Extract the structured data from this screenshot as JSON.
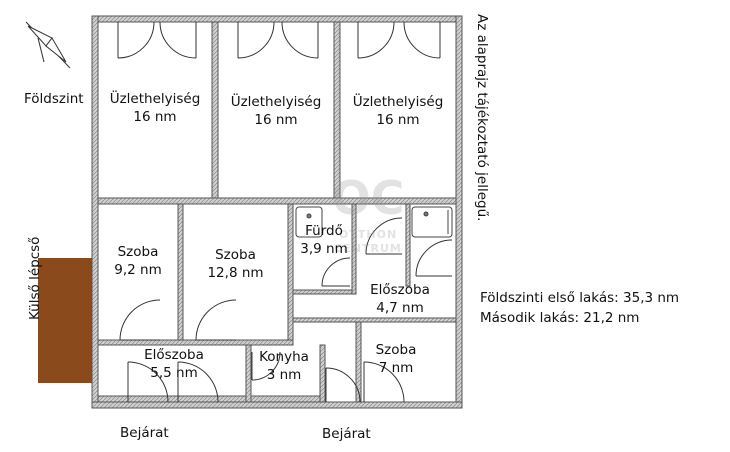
{
  "header": {
    "level_label": "Földszint",
    "disclaimer": "Az alaprajz tájékoztató jellegű.",
    "compass_icon": "north-arrow-icon"
  },
  "rooms": {
    "shop1": {
      "name": "Üzlethelyiség",
      "area": "16 nm"
    },
    "shop2": {
      "name": "Üzlethelyiség",
      "area": "16 nm"
    },
    "shop3": {
      "name": "Üzlethelyiség",
      "area": "16 nm"
    },
    "szoba1": {
      "name": "Szoba",
      "area": "9,2 nm"
    },
    "szoba2": {
      "name": "Szoba",
      "area": "12,8 nm"
    },
    "furdo": {
      "name": "Fürdő",
      "area": "3,9 nm"
    },
    "eloszoba_right": {
      "name": "Előszoba",
      "area": "4,7 nm"
    },
    "eloszoba_left": {
      "name": "Előszoba",
      "area": "5,5 nm"
    },
    "konyha": {
      "name": "Konyha",
      "area": "3 nm"
    },
    "szoba3": {
      "name": "Szoba",
      "area": "7 nm"
    }
  },
  "exterior": {
    "stairs_label": "Külső lépcső",
    "stairs_color": "#8b4a1c",
    "entrance_left": "Bejárat",
    "entrance_right": "Bejárat"
  },
  "summary": {
    "line1": "Földszinti első lakás: 35,3 nm",
    "line2": "Második lakás: 21,2 nm"
  },
  "watermark": {
    "logo_text": "OC",
    "line1": "OTTHON",
    "line2": "CENTRUM"
  },
  "colors": {
    "wall": "#555555",
    "wall_fill": "#bdbdbd",
    "text": "#111111"
  }
}
